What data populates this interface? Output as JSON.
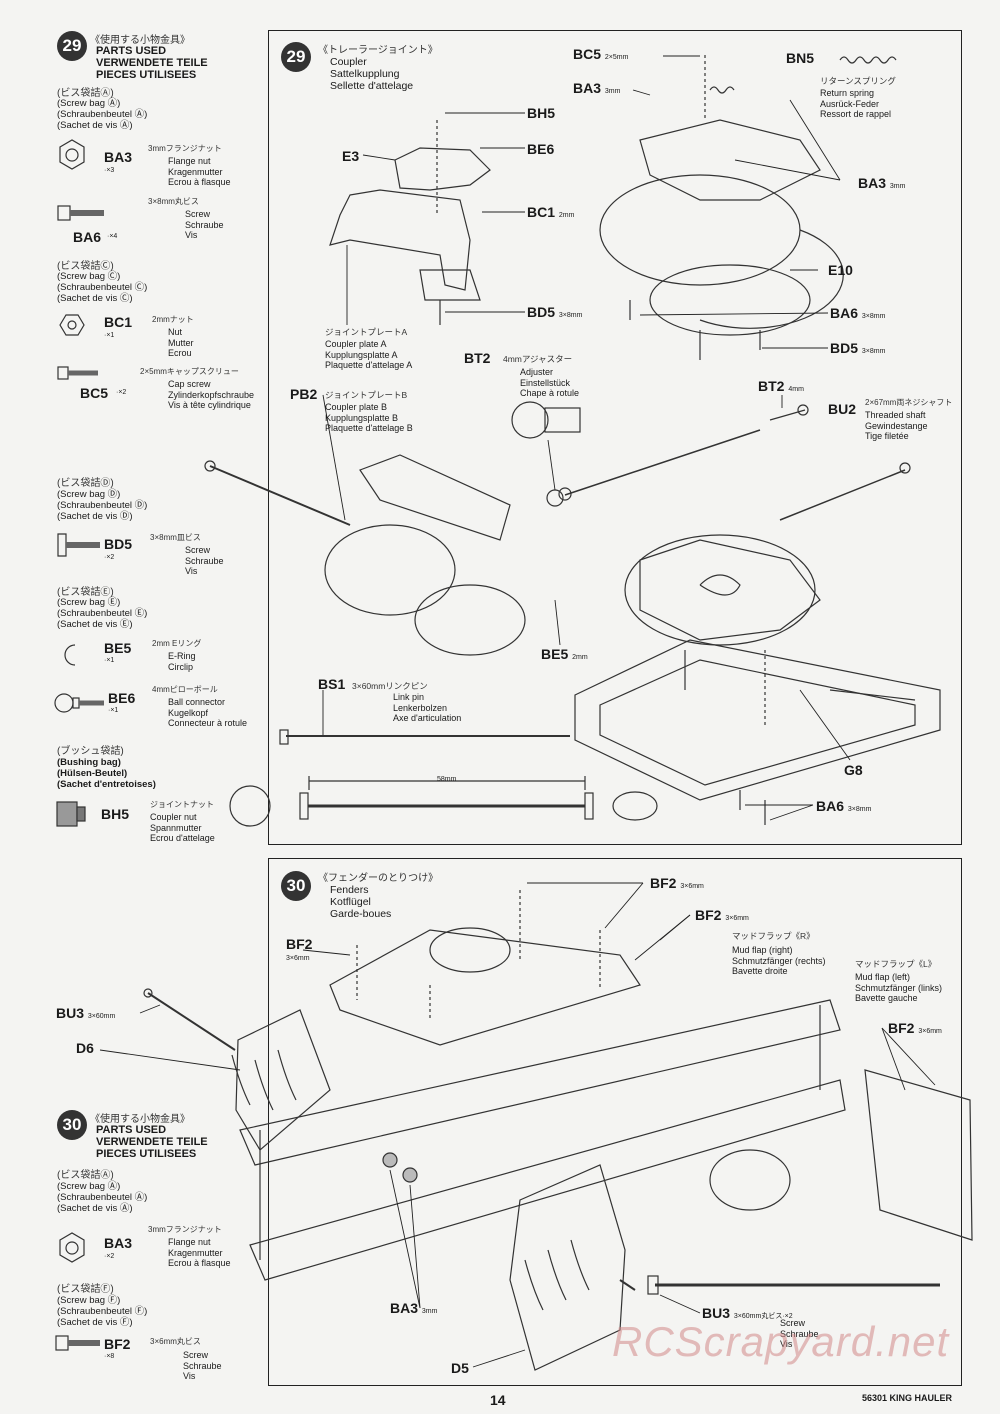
{
  "left_panel": {
    "step": "29",
    "parts_used_jp": "《使用する小物金具》",
    "parts_used": [
      "PARTS USED",
      "VERWENDETE TEILE",
      "PIECES UTILISEES"
    ],
    "bag_a_jp": "(ビス袋詰Ⓐ)",
    "bag_a": [
      "(Screw bag Ⓐ)",
      "(Schraubenbeutel Ⓐ)",
      "(Sachet de vis Ⓐ)"
    ],
    "ba3": {
      "code": "BA3",
      "qty": "·×3",
      "size_jp": "3mmフランジナット",
      "names": [
        "Flange nut",
        "Kragenmutter",
        "Ecrou à flasque"
      ]
    },
    "ba6": {
      "code": "BA6",
      "qty": "·×4",
      "size_jp": "3×8mm丸ビス",
      "names": [
        "Screw",
        "Schraube",
        "Vis"
      ]
    },
    "bag_c_jp": "(ビス袋詰Ⓒ)",
    "bag_c": [
      "(Screw bag Ⓒ)",
      "(Schraubenbeutel Ⓒ)",
      "(Sachet de vis Ⓒ)"
    ],
    "bc1": {
      "code": "BC1",
      "qty": "·×1",
      "size_jp": "2mmナット",
      "names": [
        "Nut",
        "Mutter",
        "Ecrou"
      ]
    },
    "bc5": {
      "code": "BC5",
      "qty": "·×2",
      "size_jp": "2×5mmキャップスクリュー",
      "names": [
        "Cap screw",
        "Zylinderkopfschraube",
        "Vis à tête cylindrique"
      ]
    },
    "bag_d_jp": "(ビス袋詰Ⓓ)",
    "bag_d": [
      "(Screw bag Ⓓ)",
      "(Schraubenbeutel Ⓓ)",
      "(Sachet de vis Ⓓ)"
    ],
    "bd5": {
      "code": "BD5",
      "qty": "·×2",
      "size_jp": "3×8mm皿ビス",
      "names": [
        "Screw",
        "Schraube",
        "Vis"
      ]
    },
    "bag_e_jp": "(ビス袋詰Ⓔ)",
    "bag_e": [
      "(Screw bag Ⓔ)",
      "(Schraubenbeutel Ⓔ)",
      "(Sachet de vis Ⓔ)"
    ],
    "be5": {
      "code": "BE5",
      "qty": "·×1",
      "size_jp": "2mm Eリング",
      "names": [
        "E-Ring",
        "Circlip"
      ]
    },
    "be6": {
      "code": "BE6",
      "qty": "·×1",
      "size_jp": "4mmピローボール",
      "names": [
        "Ball connector",
        "Kugelkopf",
        "Connecteur à rotule"
      ]
    },
    "bag_bush_jp": "(ブッシュ袋詰)",
    "bag_bush": [
      "(Bushing bag)",
      "(Hülsen-Beutel)",
      "(Sachet d'entretoises)"
    ],
    "bh5": {
      "code": "BH5",
      "size_jp": "ジョイントナット",
      "names": [
        "Coupler nut",
        "Spannmutter",
        "Ecrou d'attelage"
      ]
    }
  },
  "step29": {
    "step": "29",
    "title_jp": "《トレーラージョイント》",
    "title": [
      "Coupler",
      "Sattelkupplung",
      "Sellette d'attelage"
    ],
    "labels": {
      "bh5": "BH5",
      "e3": "E3",
      "be6": "BE6",
      "bc1": "BC1",
      "bc1_size": "2mm",
      "bd5": "BD5",
      "bd5_size": "3×8mm",
      "pa_jp": "ジョイントプレートA",
      "pa": [
        "Coupler plate A",
        "Kupplungsplatte A",
        "Plaquette d'attelage A"
      ],
      "bt2": "BT2",
      "bt2_jp": "4mmアジャスター",
      "bt2_names": [
        "Adjuster",
        "Einstellstück",
        "Chape à rotule"
      ],
      "pb2": "PB2",
      "pb2_jp": "ジョイントプレートB",
      "pb2_names": [
        "Coupler plate B",
        "Kupplungsplatte B",
        "Plaquette d'attelage B"
      ],
      "bc5": "BC5",
      "bc5_size": "2×5mm",
      "ba3": "BA3",
      "ba3_size": "3mm",
      "bn5": "BN5",
      "bn5_jp": "リターンスプリング",
      "bn5_names": [
        "Return spring",
        "Ausrück-Feder",
        "Ressort de rappel"
      ],
      "ba3b": "BA3",
      "ba3b_size": "3mm",
      "e10": "E10",
      "ba6": "BA6",
      "ba6_size": "3×8mm",
      "bd5b": "BD5",
      "bd5b_size": "3×8mm",
      "bt2b": "BT2",
      "bt2b_size": "4mm",
      "bu2": "BU2",
      "bu2_jp": "2×67mm両ネジシャフト",
      "bu2_names": [
        "Threaded shaft",
        "Gewindestange",
        "Tige filetée"
      ],
      "be5": "BE5",
      "be5_size": "2mm",
      "bs1": "BS1",
      "bs1_jp": "3×60mmリンクピン",
      "bs1_names": [
        "Link pin",
        "Lenkerbolzen",
        "Axe d'articulation"
      ],
      "dim": "58mm",
      "g8": "G8",
      "ba6b": "BA6",
      "ba6b_size": "3×8mm"
    }
  },
  "step30": {
    "step": "30",
    "title_jp": "《フェンダーのとりつけ》",
    "title": [
      "Fenders",
      "Kotflügel",
      "Garde-boues"
    ],
    "labels": {
      "bf2a": "BF2",
      "bf2a_size": "3×6mm",
      "bf2b": "BF2",
      "bf2b_size": "3×6mm",
      "bf2c": "BF2",
      "bf2c_size": "3×6mm",
      "mudr_jp": "マッドフラップ《R》",
      "mudr": [
        "Mud flap (right)",
        "Schmutzfänger (rechts)",
        "Bavette droite"
      ],
      "mudl_jp": "マッドフラップ《L》",
      "mudl": [
        "Mud flap (left)",
        "Schmutzfänger (links)",
        "Bavette gauche"
      ],
      "bf2d": "BF2",
      "bf2d_size": "3×6mm",
      "bu3": "BU3",
      "bu3_size": "3×60mm",
      "d6": "D6",
      "ba3": "BA3",
      "ba3_size": "3mm",
      "d5": "D5",
      "bu3b": "BU3",
      "bu3b_size": "3×60mm丸ビス·×2",
      "bu3b_names": [
        "Screw",
        "Schraube",
        "Vis"
      ]
    }
  },
  "left30": {
    "step": "30",
    "parts_used_jp": "《使用する小物金具》",
    "parts_used": [
      "PARTS USED",
      "VERWENDETE TEILE",
      "PIECES UTILISEES"
    ],
    "bag_a_jp": "(ビス袋詰Ⓐ)",
    "bag_a": [
      "(Screw bag Ⓐ)",
      "(Schraubenbeutel Ⓐ)",
      "(Sachet de vis Ⓐ)"
    ],
    "ba3": {
      "code": "BA3",
      "qty": "·×2",
      "size_jp": "3mmフランジナット",
      "names": [
        "Flange nut",
        "Kragenmutter",
        "Ecrou à flasque"
      ]
    },
    "bag_f_jp": "(ビス袋詰Ⓕ)",
    "bag_f": [
      "(Screw bag Ⓕ)",
      "(Schraubenbeutel Ⓕ)",
      "(Sachet de vis Ⓕ)"
    ],
    "bf2": {
      "code": "BF2",
      "qty": "·×8",
      "size_jp": "3×6mm丸ビス",
      "names": [
        "Screw",
        "Schraube",
        "Vis"
      ]
    }
  },
  "footer": {
    "page": "14",
    "model": "56301 KING HAULER"
  },
  "watermark": "RCScrapyard.net"
}
